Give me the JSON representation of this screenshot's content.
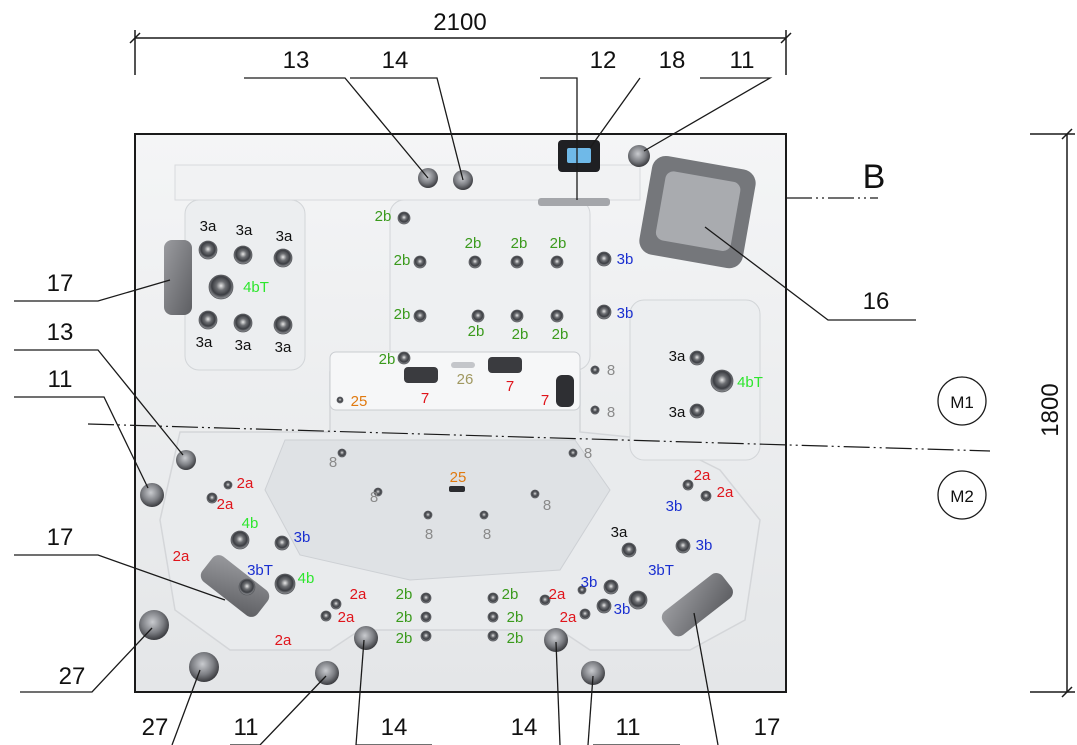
{
  "dimensions": {
    "width": "2100",
    "height": "1800"
  },
  "section_marker": "B",
  "zones": [
    "M1",
    "M2"
  ],
  "colors": {
    "black": "#111111",
    "green": "#3a9a1c",
    "blue": "#1a2fd0",
    "red": "#e0141b",
    "orange": "#e07a10",
    "gray": "#8a8a8a",
    "olive": "#a09860",
    "bright_green": "#2ee62e",
    "tub_surface": "#f2f3f4",
    "frame": "#1a1a1a"
  },
  "callouts": {
    "top": [
      "13",
      "14",
      "12",
      "18",
      "11"
    ],
    "right": [
      "16"
    ],
    "left": [
      "17",
      "13",
      "11",
      "17",
      "27"
    ],
    "bottom": [
      "27",
      "11",
      "14",
      "14",
      "11",
      "17"
    ]
  },
  "jet_labels": [
    {
      "t": "3a",
      "c": "black"
    },
    {
      "t": "3a",
      "c": "black"
    },
    {
      "t": "3a",
      "c": "black"
    },
    {
      "t": "4bT",
      "c": "bright_green"
    },
    {
      "t": "3a",
      "c": "black"
    },
    {
      "t": "3a",
      "c": "black"
    },
    {
      "t": "3a",
      "c": "black"
    },
    {
      "t": "2b",
      "c": "green"
    },
    {
      "t": "2b",
      "c": "green"
    },
    {
      "t": "2b",
      "c": "green"
    },
    {
      "t": "2b",
      "c": "green"
    },
    {
      "t": "2b",
      "c": "green"
    },
    {
      "t": "2b",
      "c": "green"
    },
    {
      "t": "2b",
      "c": "green"
    },
    {
      "t": "2b",
      "c": "green"
    },
    {
      "t": "2b",
      "c": "green"
    },
    {
      "t": "2b",
      "c": "green"
    },
    {
      "t": "3b",
      "c": "blue"
    },
    {
      "t": "3b",
      "c": "blue"
    },
    {
      "t": "7",
      "c": "red"
    },
    {
      "t": "26",
      "c": "olive"
    },
    {
      "t": "7",
      "c": "red"
    },
    {
      "t": "7",
      "c": "red"
    },
    {
      "t": "25",
      "c": "orange"
    },
    {
      "t": "8",
      "c": "gray"
    },
    {
      "t": "8",
      "c": "gray"
    },
    {
      "t": "3a",
      "c": "black"
    },
    {
      "t": "4bT",
      "c": "bright_green"
    },
    {
      "t": "3a",
      "c": "black"
    },
    {
      "t": "8",
      "c": "gray"
    },
    {
      "t": "8",
      "c": "gray"
    },
    {
      "t": "25",
      "c": "orange"
    },
    {
      "t": "8",
      "c": "gray"
    },
    {
      "t": "8",
      "c": "gray"
    },
    {
      "t": "8",
      "c": "gray"
    },
    {
      "t": "8",
      "c": "gray"
    },
    {
      "t": "2a",
      "c": "red"
    },
    {
      "t": "2a",
      "c": "red"
    },
    {
      "t": "4b",
      "c": "bright_green"
    },
    {
      "t": "3b",
      "c": "blue"
    },
    {
      "t": "2a",
      "c": "red"
    },
    {
      "t": "3bT",
      "c": "blue"
    },
    {
      "t": "4b",
      "c": "bright_green"
    },
    {
      "t": "2a",
      "c": "red"
    },
    {
      "t": "2a",
      "c": "red"
    },
    {
      "t": "2a",
      "c": "red"
    },
    {
      "t": "2b",
      "c": "green"
    },
    {
      "t": "2b",
      "c": "green"
    },
    {
      "t": "2b",
      "c": "green"
    },
    {
      "t": "2b",
      "c": "green"
    },
    {
      "t": "2b",
      "c": "green"
    },
    {
      "t": "2b",
      "c": "green"
    },
    {
      "t": "2a",
      "c": "red"
    },
    {
      "t": "2a",
      "c": "red"
    },
    {
      "t": "2a",
      "c": "red"
    },
    {
      "t": "2a",
      "c": "red"
    },
    {
      "t": "3b",
      "c": "blue"
    },
    {
      "t": "3a",
      "c": "black"
    },
    {
      "t": "3b",
      "c": "blue"
    },
    {
      "t": "3b",
      "c": "blue"
    },
    {
      "t": "3bT",
      "c": "blue"
    },
    {
      "t": "3b",
      "c": "blue"
    }
  ]
}
